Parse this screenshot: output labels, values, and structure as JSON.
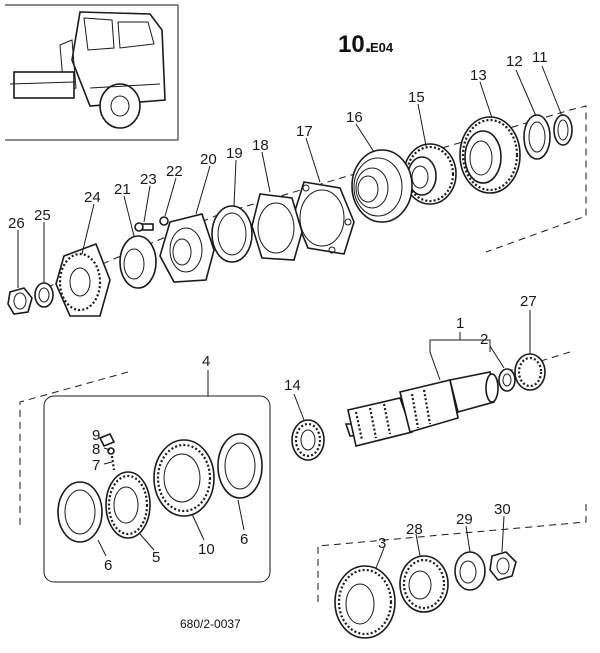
{
  "header": {
    "reference_main": "10.",
    "reference_sub": "E04",
    "drawing_number": "680/2-0037"
  },
  "callouts": {
    "c1": "1",
    "c2": "2",
    "c3": "3",
    "c4": "4",
    "c5": "5",
    "c6a": "6",
    "c6b": "6",
    "c7": "7",
    "c8": "8",
    "c9": "9",
    "c10": "10",
    "c11": "11",
    "c12": "12",
    "c13": "13",
    "c14": "14",
    "c15": "15",
    "c16": "16",
    "c17": "17",
    "c18": "18",
    "c19": "19",
    "c20": "20",
    "c21": "21",
    "c22": "22",
    "c23": "23",
    "c24": "24",
    "c25": "25",
    "c26": "26",
    "c27": "27",
    "c28": "28",
    "c29": "29",
    "c30": "30"
  },
  "icons": {
    "truck": "truck-cab-icon"
  }
}
